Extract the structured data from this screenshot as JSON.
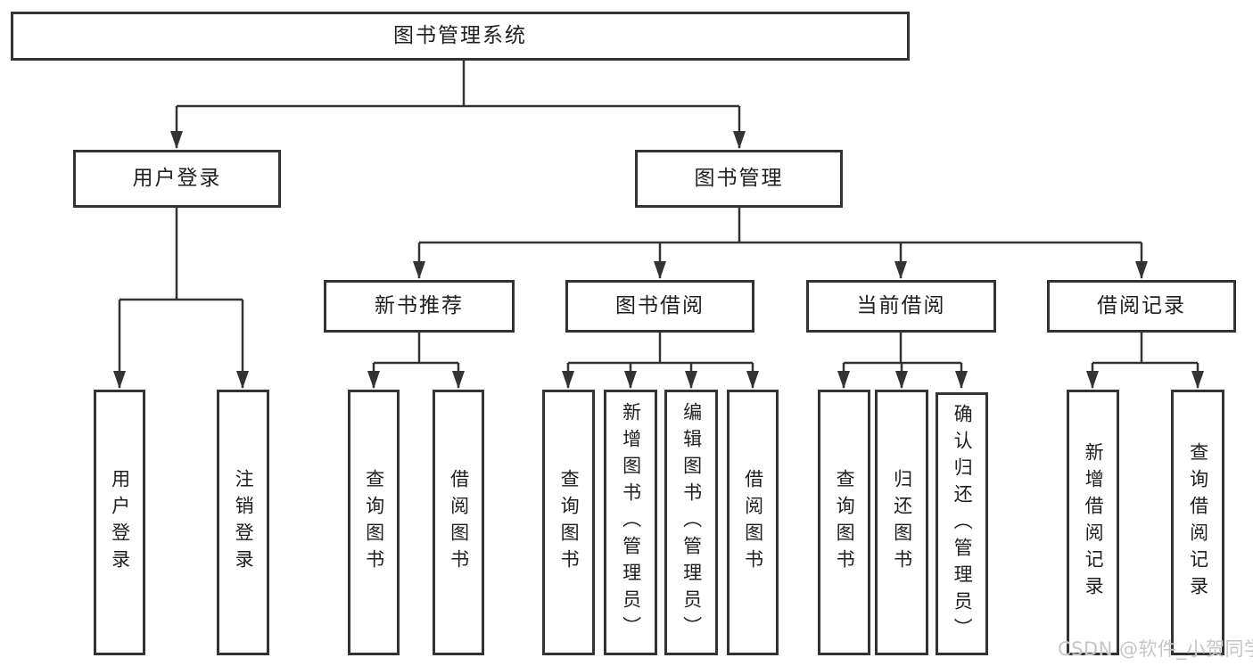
{
  "diagram": {
    "type": "tree",
    "root": {
      "label": "图书管理系统"
    },
    "branches": [
      {
        "label": "用户登录",
        "children": [
          {
            "label": "用户登录"
          },
          {
            "label": "注销登录"
          }
        ]
      },
      {
        "label": "图书管理",
        "children": [
          {
            "label": "新书推荐",
            "children": [
              {
                "label": "查询图书"
              },
              {
                "label": "借阅图书"
              }
            ]
          },
          {
            "label": "图书借阅",
            "children": [
              {
                "label": "查询图书"
              },
              {
                "label": "新增图书（管理员）"
              },
              {
                "label": "编辑图书（管理员）"
              },
              {
                "label": "借阅图书"
              }
            ]
          },
          {
            "label": "当前借阅",
            "children": [
              {
                "label": "查询图书"
              },
              {
                "label": "归还图书"
              },
              {
                "label": "确认归还（管理员）"
              }
            ]
          },
          {
            "label": "借阅记录",
            "children": [
              {
                "label": "新增借阅记录"
              },
              {
                "label": "查询借阅记录"
              }
            ]
          }
        ]
      }
    ]
  },
  "watermark": {
    "text": "CSDN @软件_小贺同学"
  },
  "colors": {
    "line": "#333333",
    "box_border": "#333333",
    "box_background": "#ffffff",
    "text": "#1f1f1f",
    "watermark": "#c6c6c6"
  }
}
